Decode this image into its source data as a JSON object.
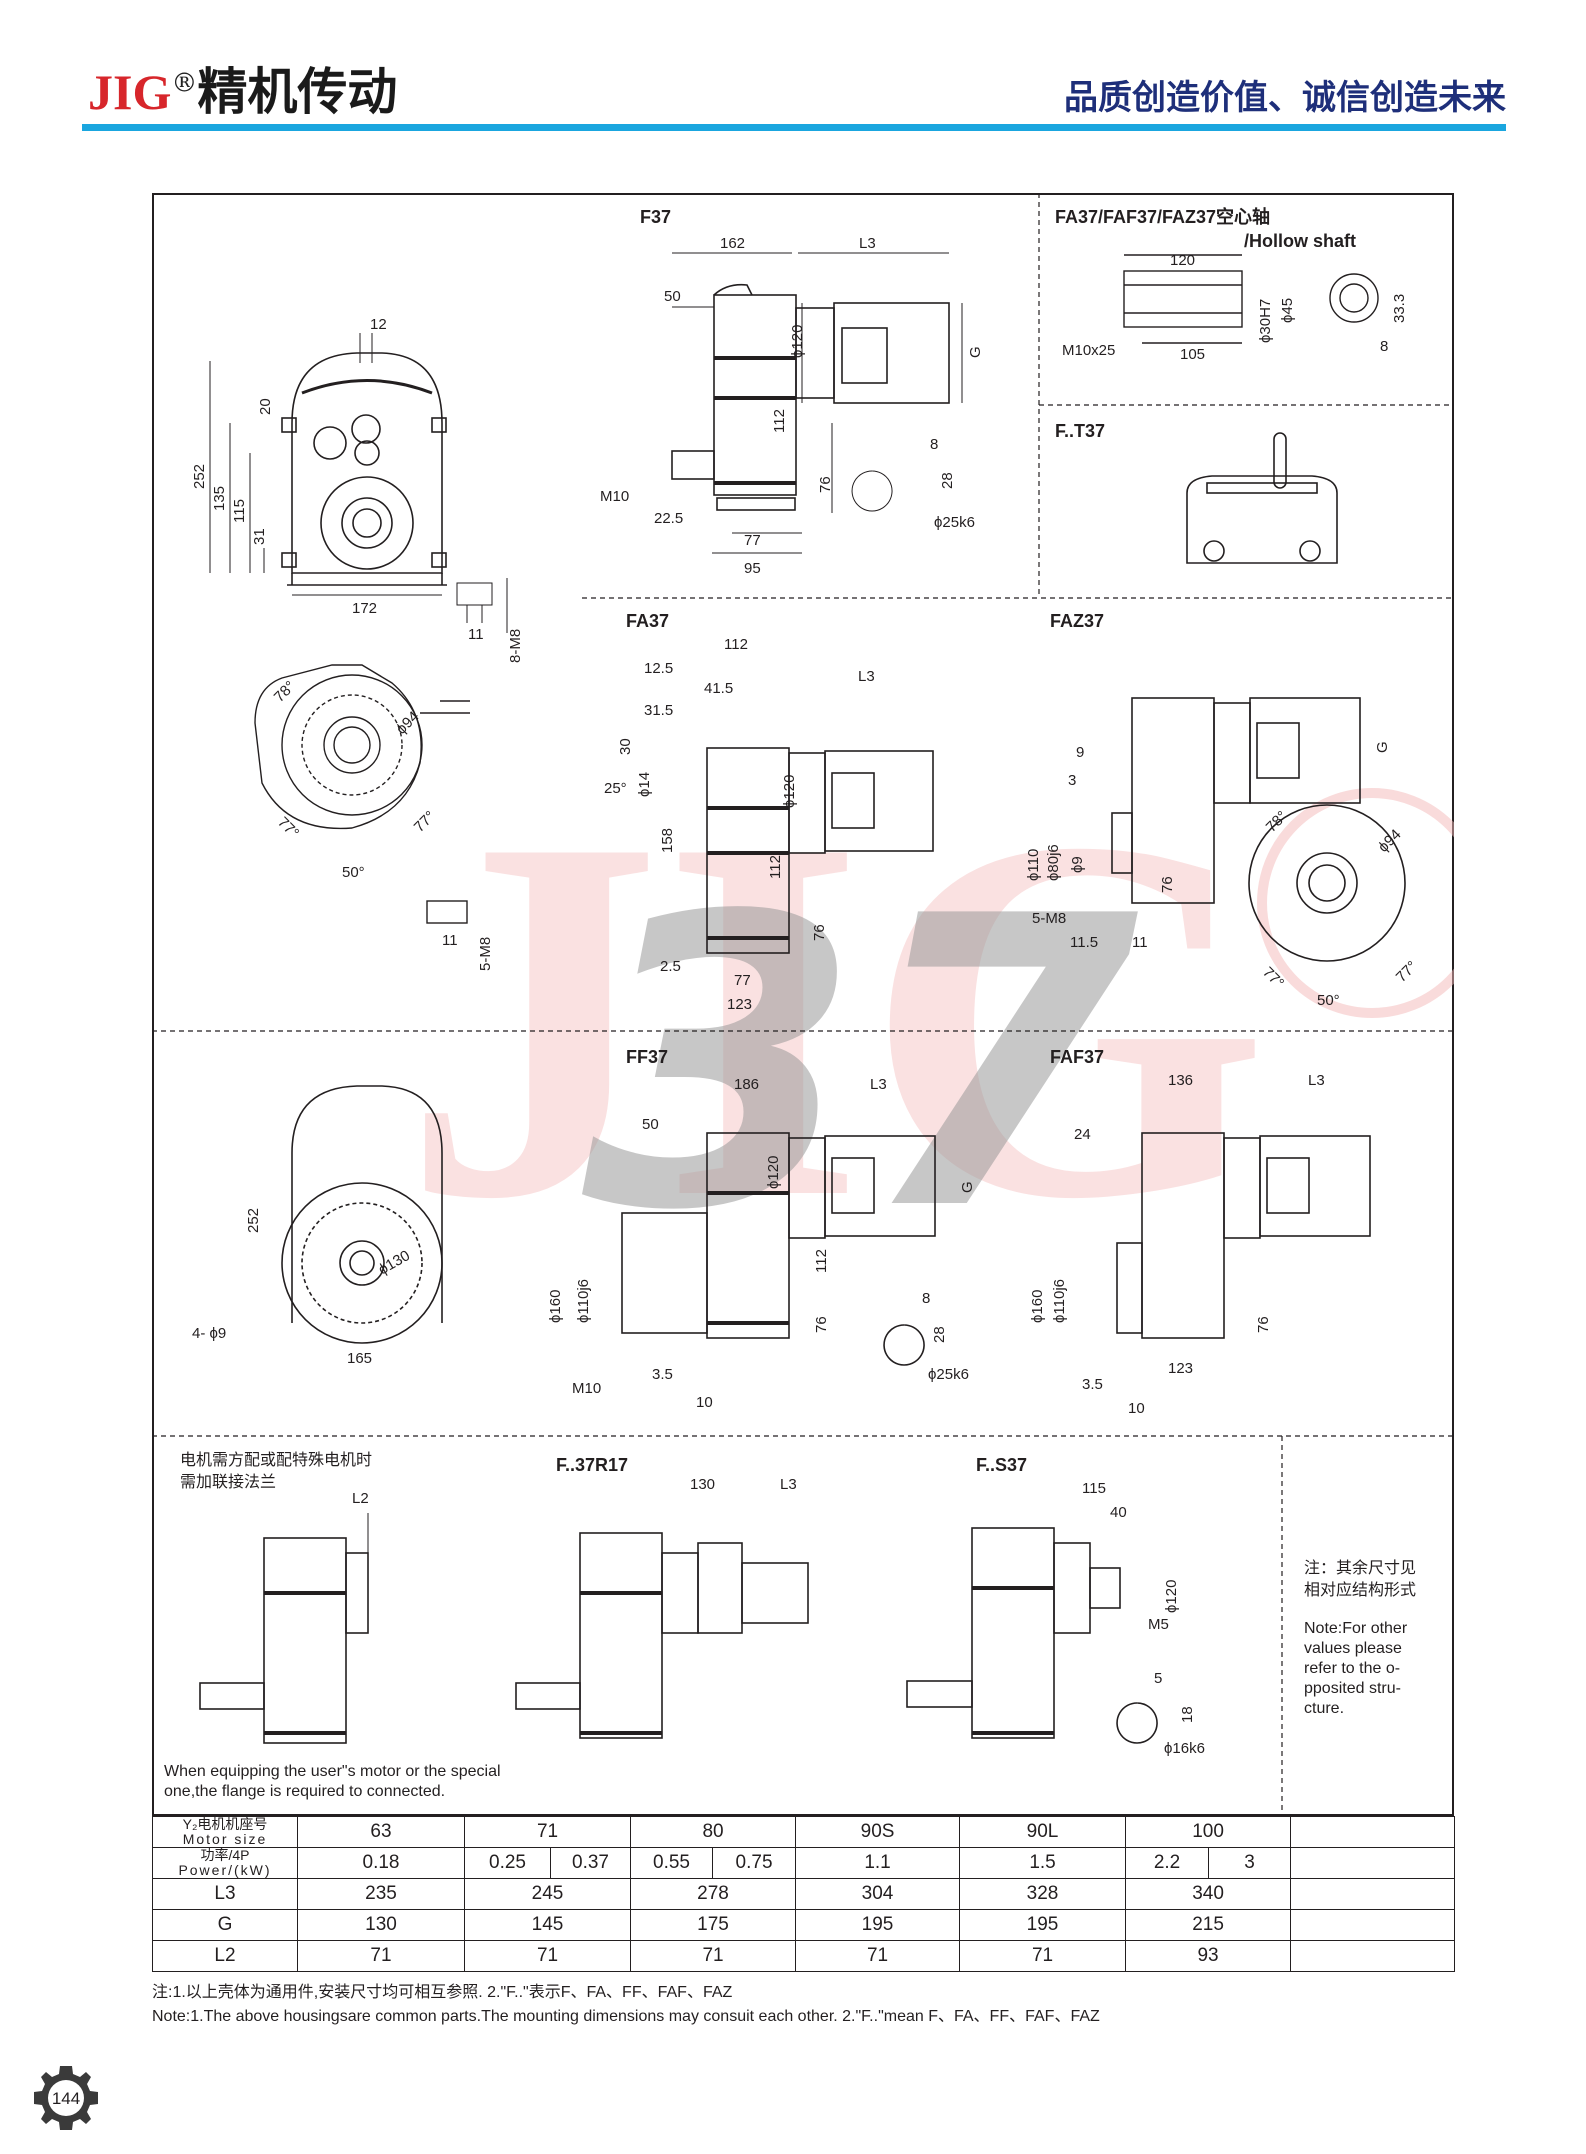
{
  "header": {
    "brand": "JIG",
    "registered": "®",
    "company": "精机传动",
    "slogan": "品质创造价值、诚信创造未来"
  },
  "watermark": {
    "big_number": "37",
    "letters": "JIG"
  },
  "sections": {
    "f37": {
      "title": "F37"
    },
    "fa37_hollow": {
      "title": "FA37/FAF37/FAZ37空心轴",
      "subtitle": "/Hollow shaft"
    },
    "ft37": {
      "title": "F..T37"
    },
    "fa37": {
      "title": "FA37"
    },
    "faz37": {
      "title": "FAZ37"
    },
    "ff37": {
      "title": "FF37"
    },
    "faf37": {
      "title": "FAF37"
    },
    "f37r17": {
      "title": "F..37R17"
    },
    "fs37": {
      "title": "F..S37"
    },
    "flange_note": {
      "cn_line1": "电机需方配或配特殊电机时",
      "cn_line2": "需加联接法兰",
      "en_line1": "When equipping the user\"s motor or the special",
      "en_line2": "one,the flange is required to connected."
    },
    "side_note": {
      "cn_line1": "注：其余尺寸见",
      "cn_line2": "相对应结构形式",
      "en_lines": [
        "Note:For other",
        "values please",
        "refer to the o-",
        "pposited stru-",
        "cture."
      ]
    }
  },
  "dims": {
    "front": {
      "d12": "12",
      "d20": "20",
      "d252": "252",
      "d135": "135",
      "d115": "115",
      "d31": "31",
      "d172": "172",
      "d11": "11",
      "d8m8": "8-M8"
    },
    "f37": {
      "d162": "162",
      "l3": "L3",
      "d50": "50",
      "g": "G",
      "phi120": "ϕ120",
      "d112": "112",
      "d76": "76",
      "m10": "M10",
      "d22_5": "22.5",
      "d77": "77",
      "d95": "95",
      "d8": "8",
      "d28": "28",
      "phi25k6": "ϕ25k6"
    },
    "hollow": {
      "d120": "120",
      "m10x25": "M10x25",
      "d105": "105",
      "phi30h7": "ϕ30H7",
      "phi45": "ϕ45",
      "d33_3": "33.3",
      "d8": "8"
    },
    "flange": {
      "a78": "78°",
      "phi94": "ϕ94",
      "a77a": "77°",
      "a77b": "77°",
      "a50": "50°",
      "d11": "11",
      "d5m8": "5-M8"
    },
    "fa37": {
      "d112": "112",
      "d12_5": "12.5",
      "d41_5": "41.5",
      "l3": "L3",
      "d31_5": "31.5",
      "d30": "30",
      "a25": "25°",
      "phi14": "ϕ14",
      "d158": "158",
      "phi120": "ϕ120",
      "d112b": "112",
      "d76": "76",
      "d2_5": "2.5",
      "d77": "77",
      "d123": "123"
    },
    "faz37": {
      "d9": "9",
      "d3": "3",
      "g": "G",
      "phi110j6": "ϕ110",
      "phi80j6": "ϕ80j6",
      "phi9": "ϕ9",
      "d76": "76",
      "d5m8": "5-M8",
      "d11_5": "11.5",
      "d11": "11",
      "a78": "78°",
      "phi94": "ϕ94",
      "a77a": "77°",
      "a77b": "77°",
      "a50": "50°"
    },
    "ff37_front": {
      "d252": "252",
      "phi130": "ϕ130",
      "d4phi9": "4- ϕ9",
      "d165": "165"
    },
    "ff37": {
      "d186": "186",
      "l3": "L3",
      "d50": "50",
      "phi120": "ϕ120",
      "g": "G",
      "phi160": "ϕ160",
      "phi110j6": "ϕ110j6",
      "d112": "112",
      "d76": "76",
      "m10": "M10",
      "d3_5": "3.5",
      "d10": "10",
      "d8": "8",
      "d28": "28",
      "phi25k6": "ϕ25k6"
    },
    "faf37": {
      "d136": "136",
      "l3": "L3",
      "d24": "24",
      "phi160": "ϕ160",
      "phi110j6": "ϕ110j6",
      "d76": "76",
      "d123": "123",
      "d3_5": "3.5",
      "d10": "10"
    },
    "flange_side": {
      "l2": "L2"
    },
    "r17": {
      "d130": "130",
      "l3": "L3"
    },
    "s37": {
      "d115": "115",
      "d40": "40",
      "phi120": "ϕ120",
      "m5": "M5",
      "d5": "5",
      "d18": "18",
      "phi16k6": "ϕ16k6"
    }
  },
  "table": {
    "row_motor": {
      "label_top": "Y₂电机机座号",
      "label_bottom": "Motor  size",
      "values": [
        "63",
        "71",
        "80",
        "90S",
        "90L",
        "100"
      ]
    },
    "row_power": {
      "label_top": "功率/4P",
      "label_bottom": "Power/(kW)",
      "values": [
        "0.18",
        "0.25",
        "0.37",
        "0.55",
        "0.75",
        "1.1",
        "1.5",
        "2.2",
        "3"
      ]
    },
    "row_l3": {
      "label": "L3",
      "values": [
        "235",
        "245",
        "278",
        "304",
        "328",
        "340"
      ]
    },
    "row_g": {
      "label": "G",
      "values": [
        "130",
        "145",
        "175",
        "195",
        "195",
        "215"
      ]
    },
    "row_l2": {
      "label": "L2",
      "values": [
        "71",
        "71",
        "71",
        "71",
        "71",
        "93"
      ]
    }
  },
  "footnotes": {
    "cn": "注:1.以上壳体为通用件,安装尺寸均可相互参照.   2.\"F..\"表示F、FA、FF、FAF、FAZ",
    "en": "Note:1.The above housingsare common parts.The mounting dimensions may consuit each other.    2.\"F..\"mean F、FA、FF、FAF、FAZ"
  },
  "page_number": "144"
}
